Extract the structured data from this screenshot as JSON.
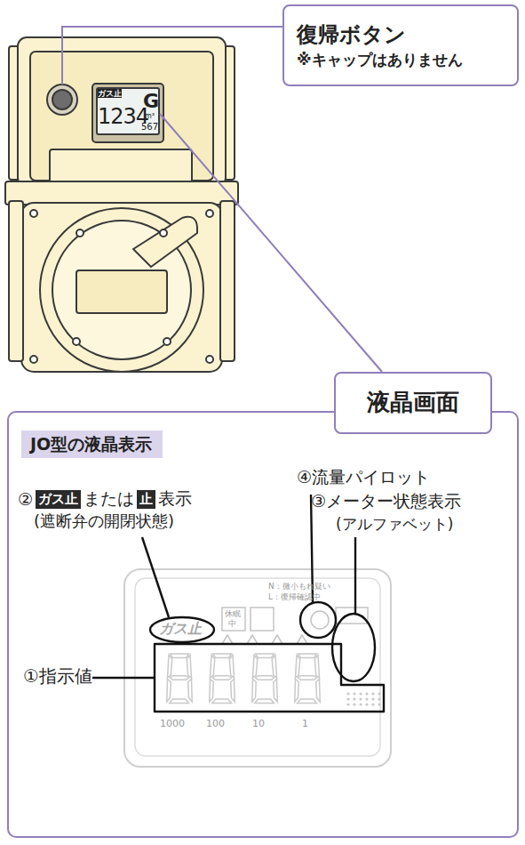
{
  "diagram": {
    "nodes": [
      {
        "text": [
          "復帰ボタン",
          "※キャップはありません"
        ]
      },
      {
        "text": [
          "液晶画面"
        ]
      },
      {
        "text": [
          "JO型の液晶表示"
        ]
      }
    ],
    "labels": [
      "ガス止",
      "1234",
      "G",
      "m³",
      "567",
      "④流量パイロット",
      "③メーター状態表示",
      "(アルファベット)",
      "②",
      "ガス止",
      "または",
      "止",
      "表示",
      "(遮断弁の開閉状態)",
      "N：微小もれ疑い",
      "L：復帰確認中",
      "休眠",
      "中",
      "ガス止",
      "①指示値",
      "1000",
      "100",
      "10",
      "1"
    ]
  }
}
